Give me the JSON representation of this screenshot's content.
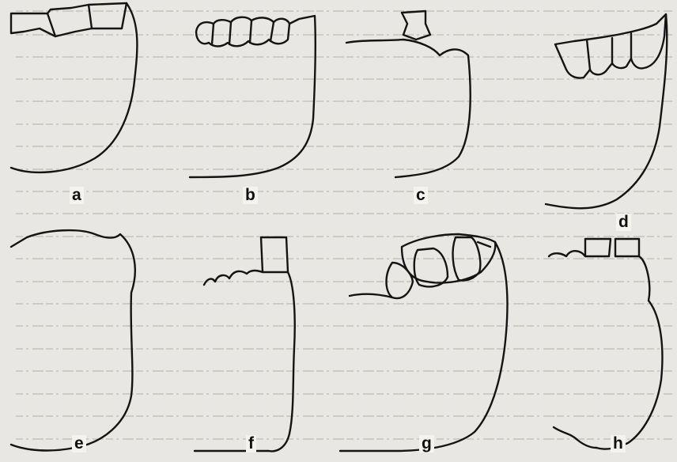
{
  "figure": {
    "panels": [
      {
        "id": "a",
        "label": "a"
      },
      {
        "id": "b",
        "label": "b"
      },
      {
        "id": "c",
        "label": "c"
      },
      {
        "id": "d",
        "label": "d"
      },
      {
        "id": "e",
        "label": "e"
      },
      {
        "id": "f",
        "label": "f"
      },
      {
        "id": "g",
        "label": "g"
      },
      {
        "id": "h",
        "label": "h"
      }
    ],
    "colors": {
      "ink": "#141414",
      "paper": "#e9e7e3",
      "bleed_text": "#b9b6b0"
    }
  }
}
